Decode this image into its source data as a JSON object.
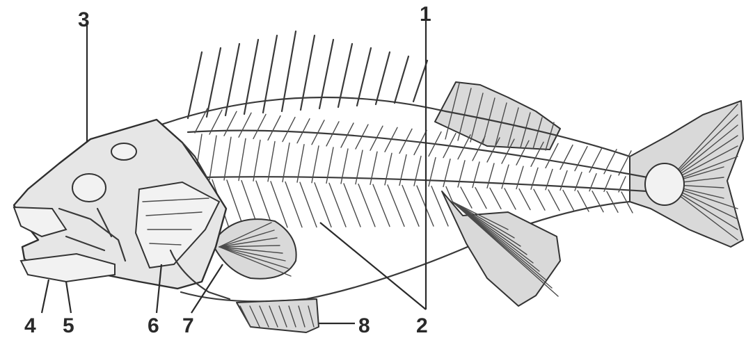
{
  "figure": {
    "labels": {
      "l1": "1",
      "l2": "2",
      "l3": "3",
      "l4": "4",
      "l5": "5",
      "l6": "6",
      "l7": "7",
      "l8": "8"
    },
    "colors": {
      "line": "#2f2f2f",
      "fill": "#e0e0e0",
      "background": "#ffffff"
    }
  }
}
